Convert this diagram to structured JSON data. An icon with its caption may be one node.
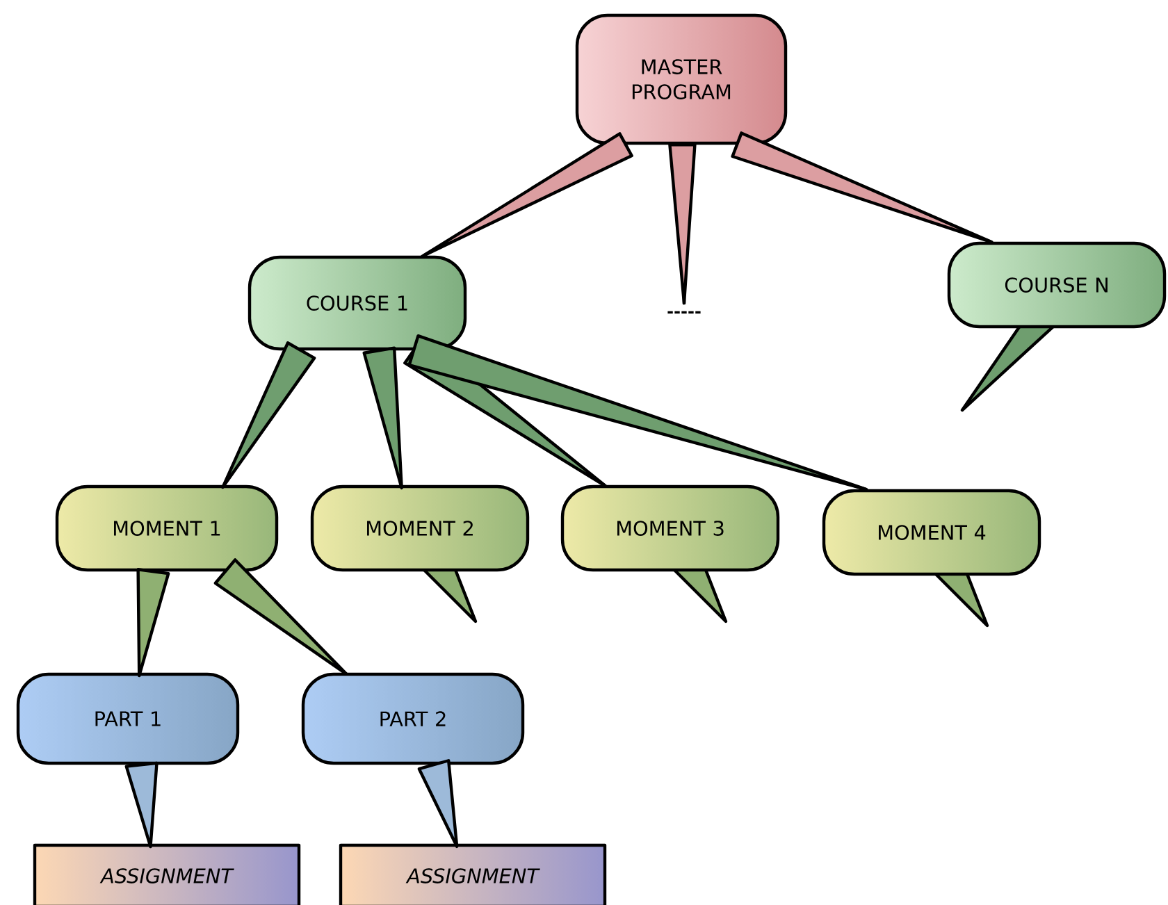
{
  "diagram": {
    "nodes": [
      {
        "text": [
          "MASTER PROGRAM"
        ]
      },
      {
        "text": [
          "COURSE 1"
        ]
      },
      {
        "text": [
          "-----"
        ]
      },
      {
        "text": [
          "COURSE N"
        ]
      },
      {
        "text": [
          "MOMENT 1"
        ]
      },
      {
        "text": [
          "MOMENT 2"
        ]
      },
      {
        "text": [
          "MOMENT 3"
        ]
      },
      {
        "text": [
          "MOMENT 4"
        ]
      },
      {
        "text": [
          "PART 1"
        ]
      },
      {
        "text": [
          "PART 2"
        ]
      },
      {
        "text": [
          "ASSIGNMENT"
        ]
      },
      {
        "text": [
          "ASSIGNMENT"
        ]
      }
    ],
    "edges": [
      {
        "from": 0,
        "to": 1,
        "arrow": "none"
      },
      {
        "from": 0,
        "to": 2,
        "arrow": "none"
      },
      {
        "from": 0,
        "to": 3,
        "arrow": "none"
      },
      {
        "from": 1,
        "to": 4,
        "arrow": "none"
      },
      {
        "from": 1,
        "to": 5,
        "arrow": "none"
      },
      {
        "from": 1,
        "to": 6,
        "arrow": "none"
      },
      {
        "from": 1,
        "to": 7,
        "arrow": "none"
      },
      {
        "from": 4,
        "to": 8,
        "arrow": "none"
      },
      {
        "from": 4,
        "to": 9,
        "arrow": "none"
      },
      {
        "from": 8,
        "to": 10,
        "arrow": "none"
      },
      {
        "from": 9,
        "to": 11,
        "arrow": "none"
      }
    ]
  }
}
